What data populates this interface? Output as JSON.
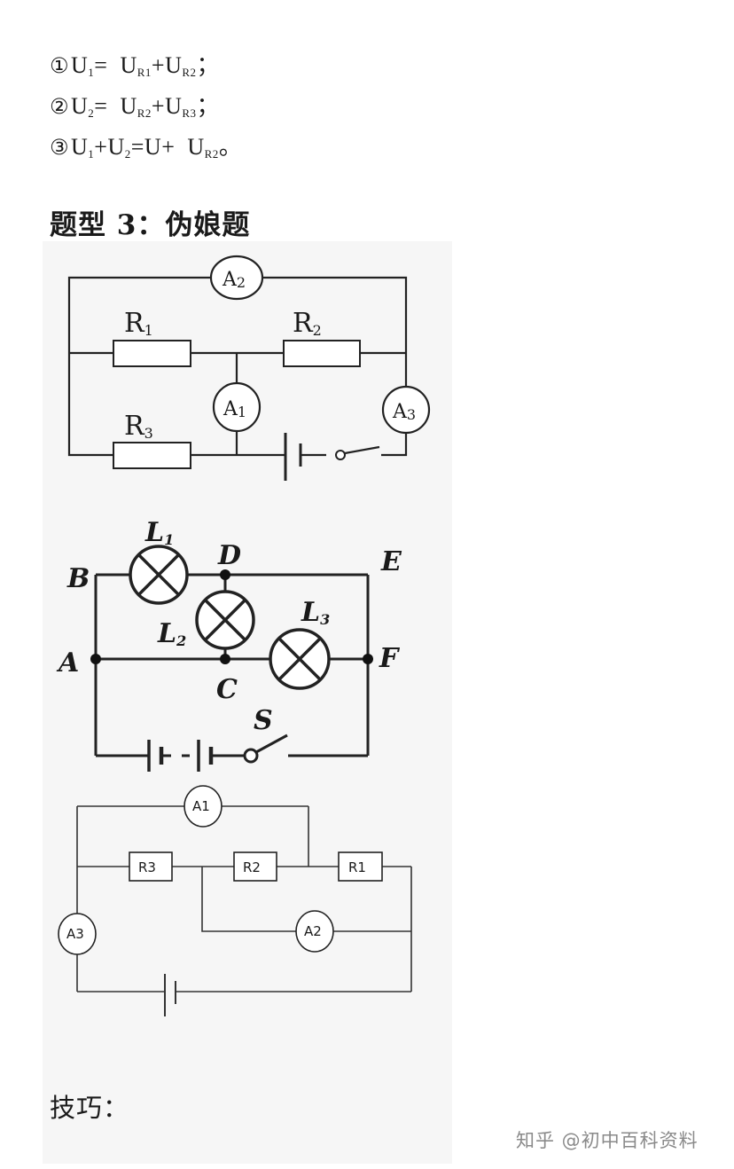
{
  "equations": [
    {
      "num": "①",
      "u": "U",
      "usub": "1",
      "eq": "=  ",
      "a": "U",
      "asub": "R1",
      "plus": "+",
      "b": "U",
      "bsub": "R2",
      "end": "；"
    },
    {
      "num": "②",
      "u": "U",
      "usub": "2",
      "eq": "=  ",
      "a": "U",
      "asub": "R2",
      "plus": "+",
      "b": "U",
      "bsub": "R3",
      "end": "；"
    },
    {
      "num": "③",
      "u": "U",
      "usub": "1",
      "mid": "+U",
      "midsub": "2",
      "tail": "=U+  U",
      "tailsub": "R2",
      "end": "。"
    }
  ],
  "heading": "题型 3：伪娘题",
  "circuit1": {
    "A2": {
      "main": "A",
      "sub": "2"
    },
    "A1": {
      "main": "A",
      "sub": "1"
    },
    "A3": {
      "main": "A",
      "sub": "3"
    },
    "R1": {
      "main": "R",
      "sub": "1"
    },
    "R2": {
      "main": "R",
      "sub": "2"
    },
    "R3": {
      "main": "R",
      "sub": "3"
    }
  },
  "circuit2": {
    "L1": {
      "main": "L",
      "sub": "1"
    },
    "L2": {
      "main": "L",
      "sub": "2"
    },
    "L3": {
      "main": "L",
      "sub": "3"
    },
    "B": "B",
    "D": "D",
    "E": "E",
    "A": "A",
    "C": "C",
    "F": "F",
    "S": "S"
  },
  "circuit3": {
    "A1": "A1",
    "A2": "A2",
    "A3": "A3",
    "R1": "R1",
    "R2": "R2",
    "R3": "R3"
  },
  "tips": "技巧：",
  "watermark": "知乎 @初中百科资料"
}
